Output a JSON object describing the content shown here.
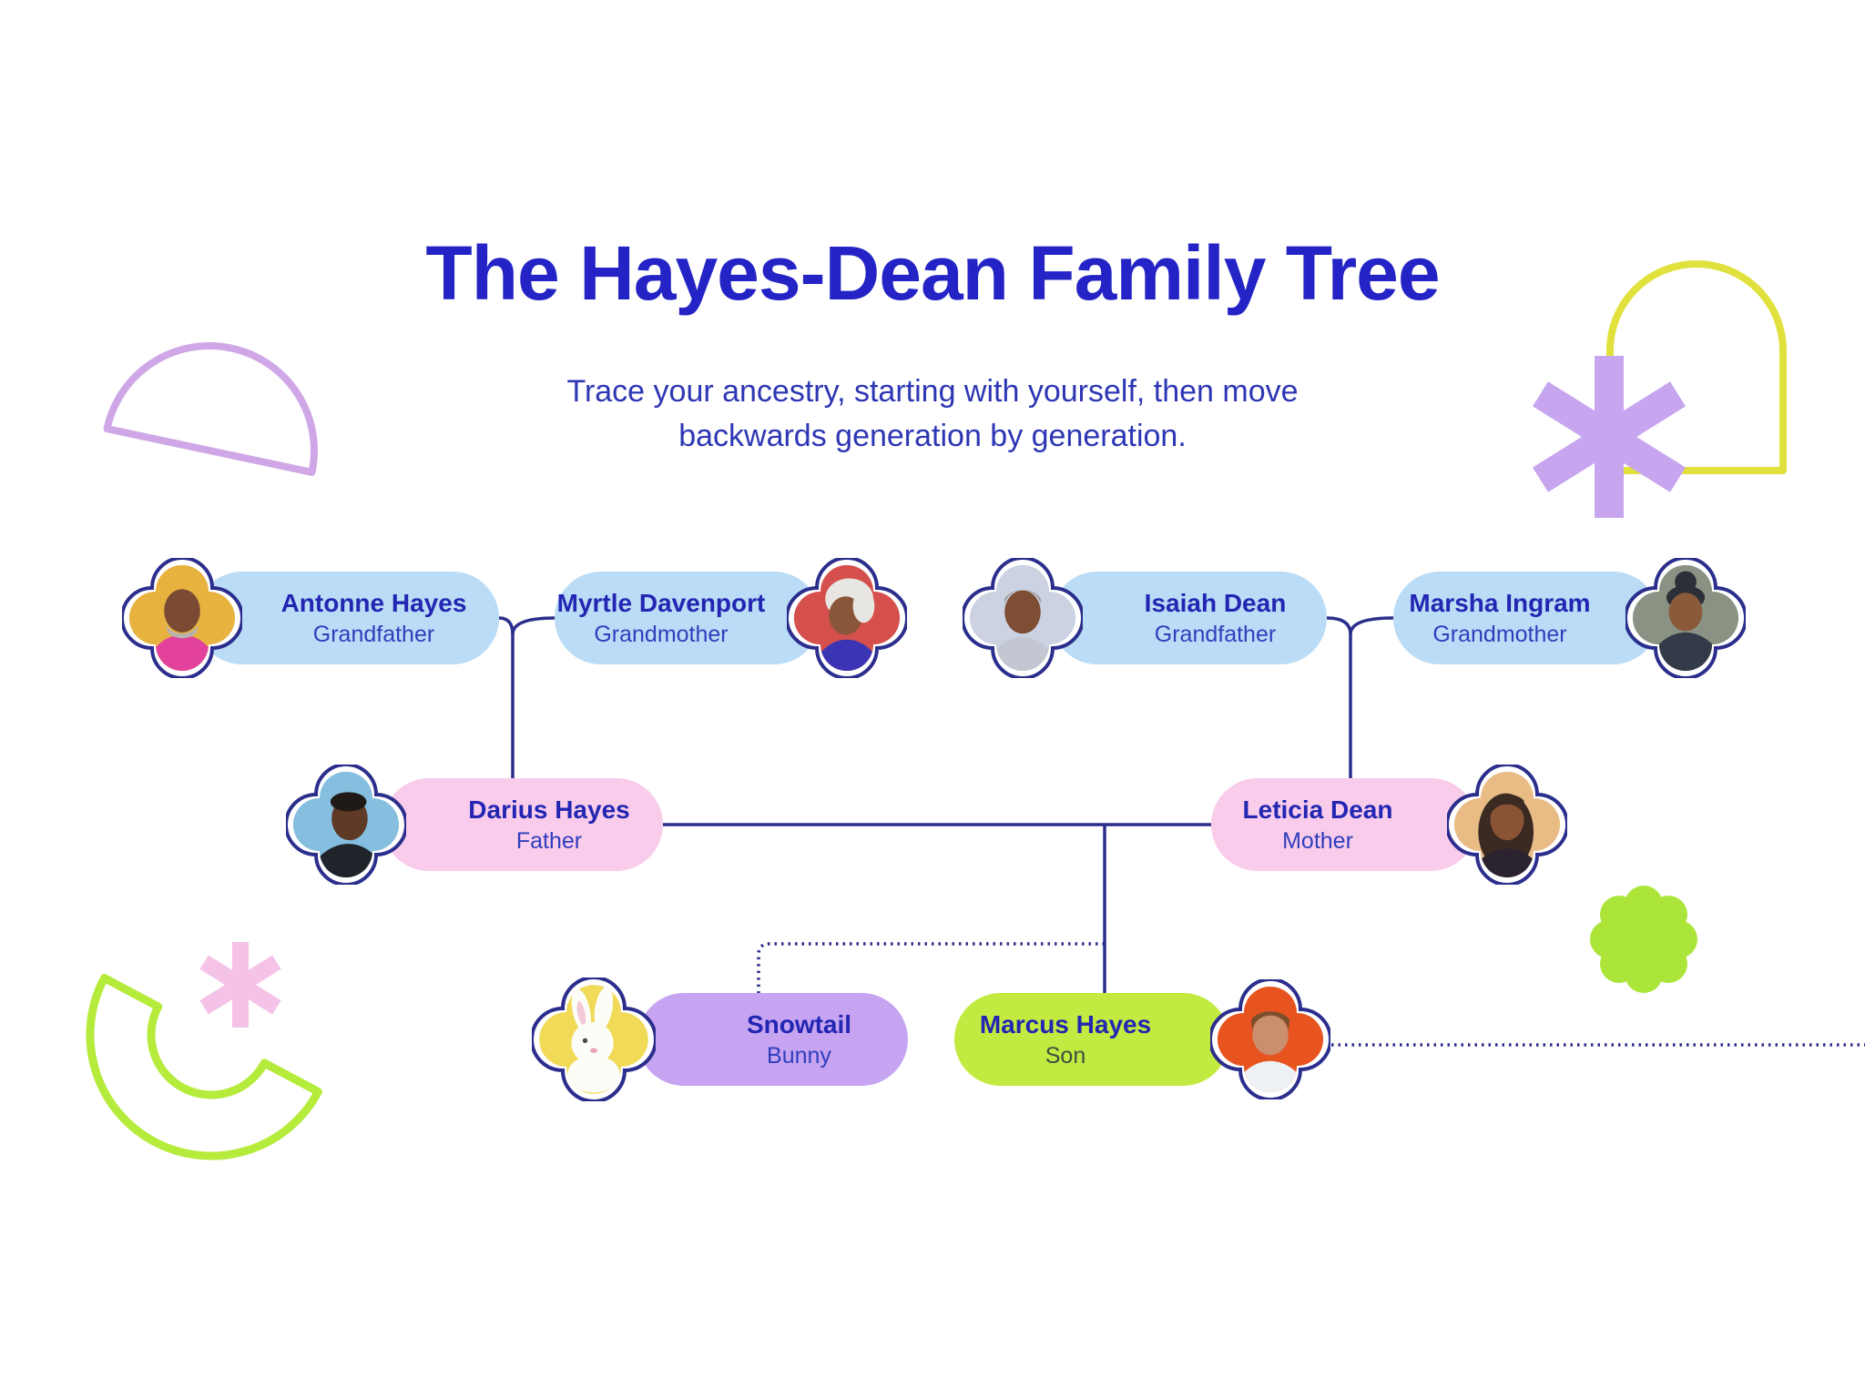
{
  "page": {
    "title": "The Hayes-Dean Family Tree",
    "subtitle_line1": "Trace your ancestry, starting with yourself, then move",
    "subtitle_line2": "backwards generation by generation."
  },
  "colors": {
    "title_text": "#2424c6",
    "subtitle_text": "#2d36b4",
    "grandparent_pill": "#badcf6",
    "parent_pill": "#f9ccec",
    "pet_pill": "#c6a4f1",
    "child_pill": "#c2ea40",
    "connector_line": "#2b2e8c",
    "name_text": "#2226b2",
    "role_text": "#2e3ebc",
    "decor_lavender": "#cfa7e6",
    "decor_yellow": "#e0e13c",
    "decor_purple_asterisk": "#c7a6ef",
    "decor_pink_asterisk": "#f5c2e8",
    "decor_lime": "#b5eb3b"
  },
  "members": [
    {
      "name": "Antonne Hayes",
      "role": "Grandfather",
      "generation": "grandparents",
      "photo_side": "left",
      "photo_bg": "#e8b23f"
    },
    {
      "name": "Myrtle Davenport",
      "role": "Grandmother",
      "generation": "grandparents",
      "photo_side": "right",
      "photo_bg": "#d5504c"
    },
    {
      "name": "Isaiah Dean",
      "role": "Grandfather",
      "generation": "grandparents",
      "photo_side": "left",
      "photo_bg": "#ccd2e2"
    },
    {
      "name": "Marsha Ingram",
      "role": "Grandmother",
      "generation": "grandparents",
      "photo_side": "right",
      "photo_bg": "#8a9383"
    },
    {
      "name": "Darius Hayes",
      "role": "Father",
      "generation": "parents",
      "photo_side": "left",
      "photo_bg": "#85bede"
    },
    {
      "name": "Leticia Dean",
      "role": "Mother",
      "generation": "parents",
      "photo_side": "right",
      "photo_bg": "#e9bc86"
    },
    {
      "name": "Snowtail",
      "role": "Bunny",
      "generation": "children",
      "photo_side": "left",
      "photo_bg": "#f0da58"
    },
    {
      "name": "Marcus Hayes",
      "role": "Son",
      "generation": "children",
      "photo_side": "right",
      "photo_bg": "#e85420"
    }
  ],
  "relations": [
    {
      "type": "couple",
      "between": [
        "Antonne Hayes",
        "Myrtle Davenport"
      ],
      "line_style": "solid"
    },
    {
      "type": "couple",
      "between": [
        "Isaiah Dean",
        "Marsha Ingram"
      ],
      "line_style": "solid"
    },
    {
      "type": "couple",
      "between": [
        "Darius Hayes",
        "Leticia Dean"
      ],
      "line_style": "solid"
    },
    {
      "type": "parent-child",
      "from": [
        "Antonne Hayes",
        "Myrtle Davenport"
      ],
      "to": "Darius Hayes",
      "line_style": "solid"
    },
    {
      "type": "parent-child",
      "from": [
        "Isaiah Dean",
        "Marsha Ingram"
      ],
      "to": "Leticia Dean",
      "line_style": "solid"
    },
    {
      "type": "parent-child",
      "from": [
        "Darius Hayes",
        "Leticia Dean"
      ],
      "to": "Marcus Hayes",
      "line_style": "solid"
    },
    {
      "type": "pet",
      "from": [
        "Darius Hayes",
        "Leticia Dean"
      ],
      "to": "Snowtail",
      "line_style": "dotted"
    },
    {
      "type": "open-branch",
      "from": "Marcus Hayes",
      "to": "right edge",
      "line_style": "dotted"
    }
  ]
}
